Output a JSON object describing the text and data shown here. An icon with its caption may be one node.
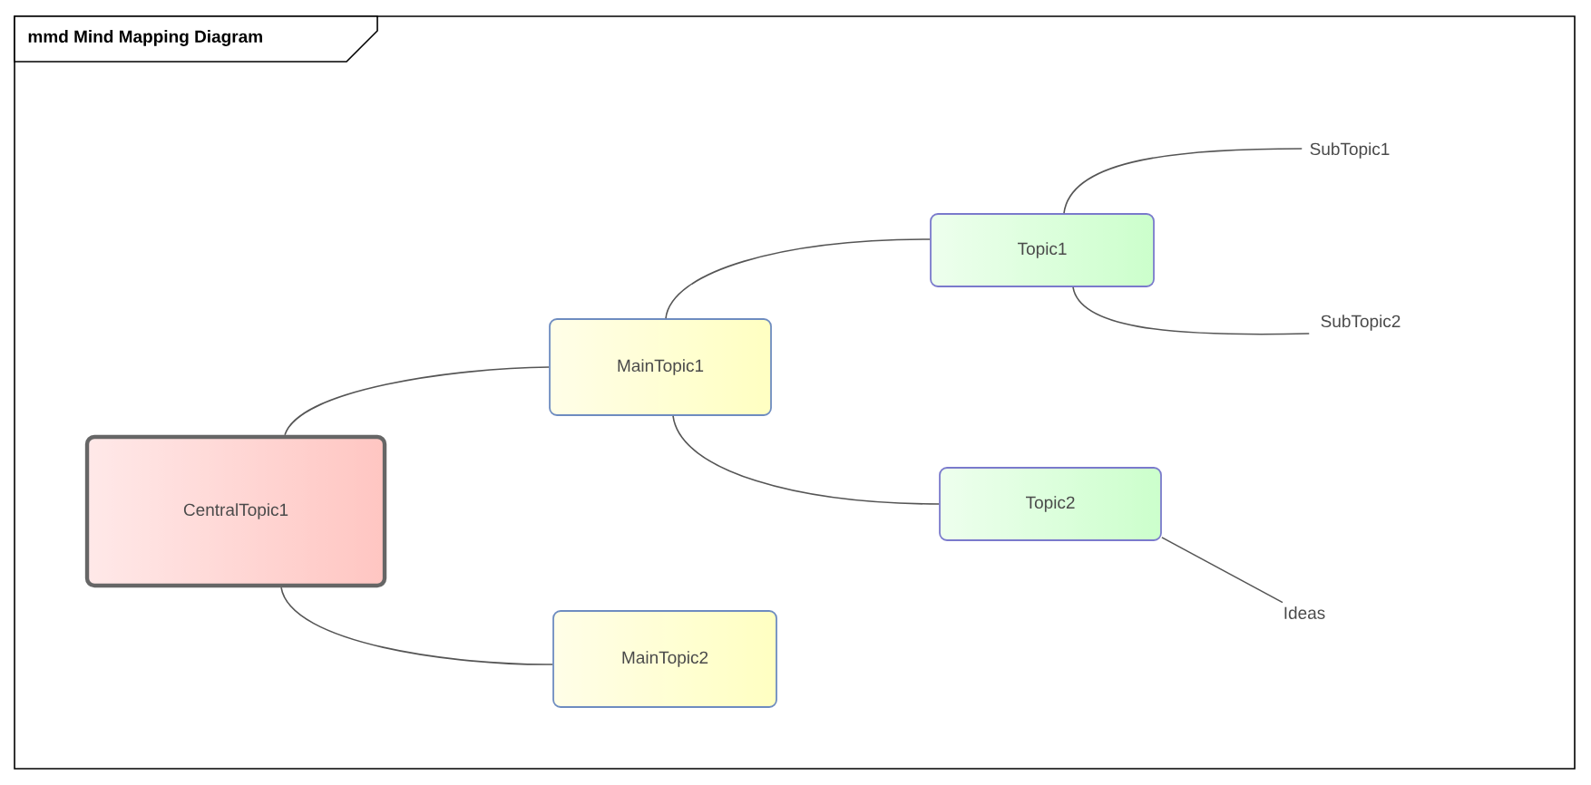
{
  "diagram": {
    "title": "mmd Mind Mapping Diagram",
    "nodes": [
      {
        "text": [
          "CentralTopic1"
        ]
      },
      {
        "text": [
          "MainTopic1"
        ]
      },
      {
        "text": [
          "MainTopic2"
        ]
      },
      {
        "text": [
          "Topic1"
        ]
      },
      {
        "text": [
          "Topic2"
        ]
      },
      {
        "text": [
          "SubTopic1"
        ]
      },
      {
        "text": [
          "SubTopic2"
        ]
      },
      {
        "text": [
          "Ideas"
        ]
      }
    ],
    "edges": [
      {
        "from": 0,
        "to": 1,
        "arrow": "none"
      },
      {
        "from": 0,
        "to": 2,
        "arrow": "none"
      },
      {
        "from": 1,
        "to": 3,
        "arrow": "none"
      },
      {
        "from": 1,
        "to": 4,
        "arrow": "none"
      },
      {
        "from": 3,
        "to": 5,
        "arrow": "none"
      },
      {
        "from": 3,
        "to": 6,
        "arrow": "none"
      },
      {
        "from": 4,
        "to": 7,
        "arrow": "none"
      }
    ]
  }
}
